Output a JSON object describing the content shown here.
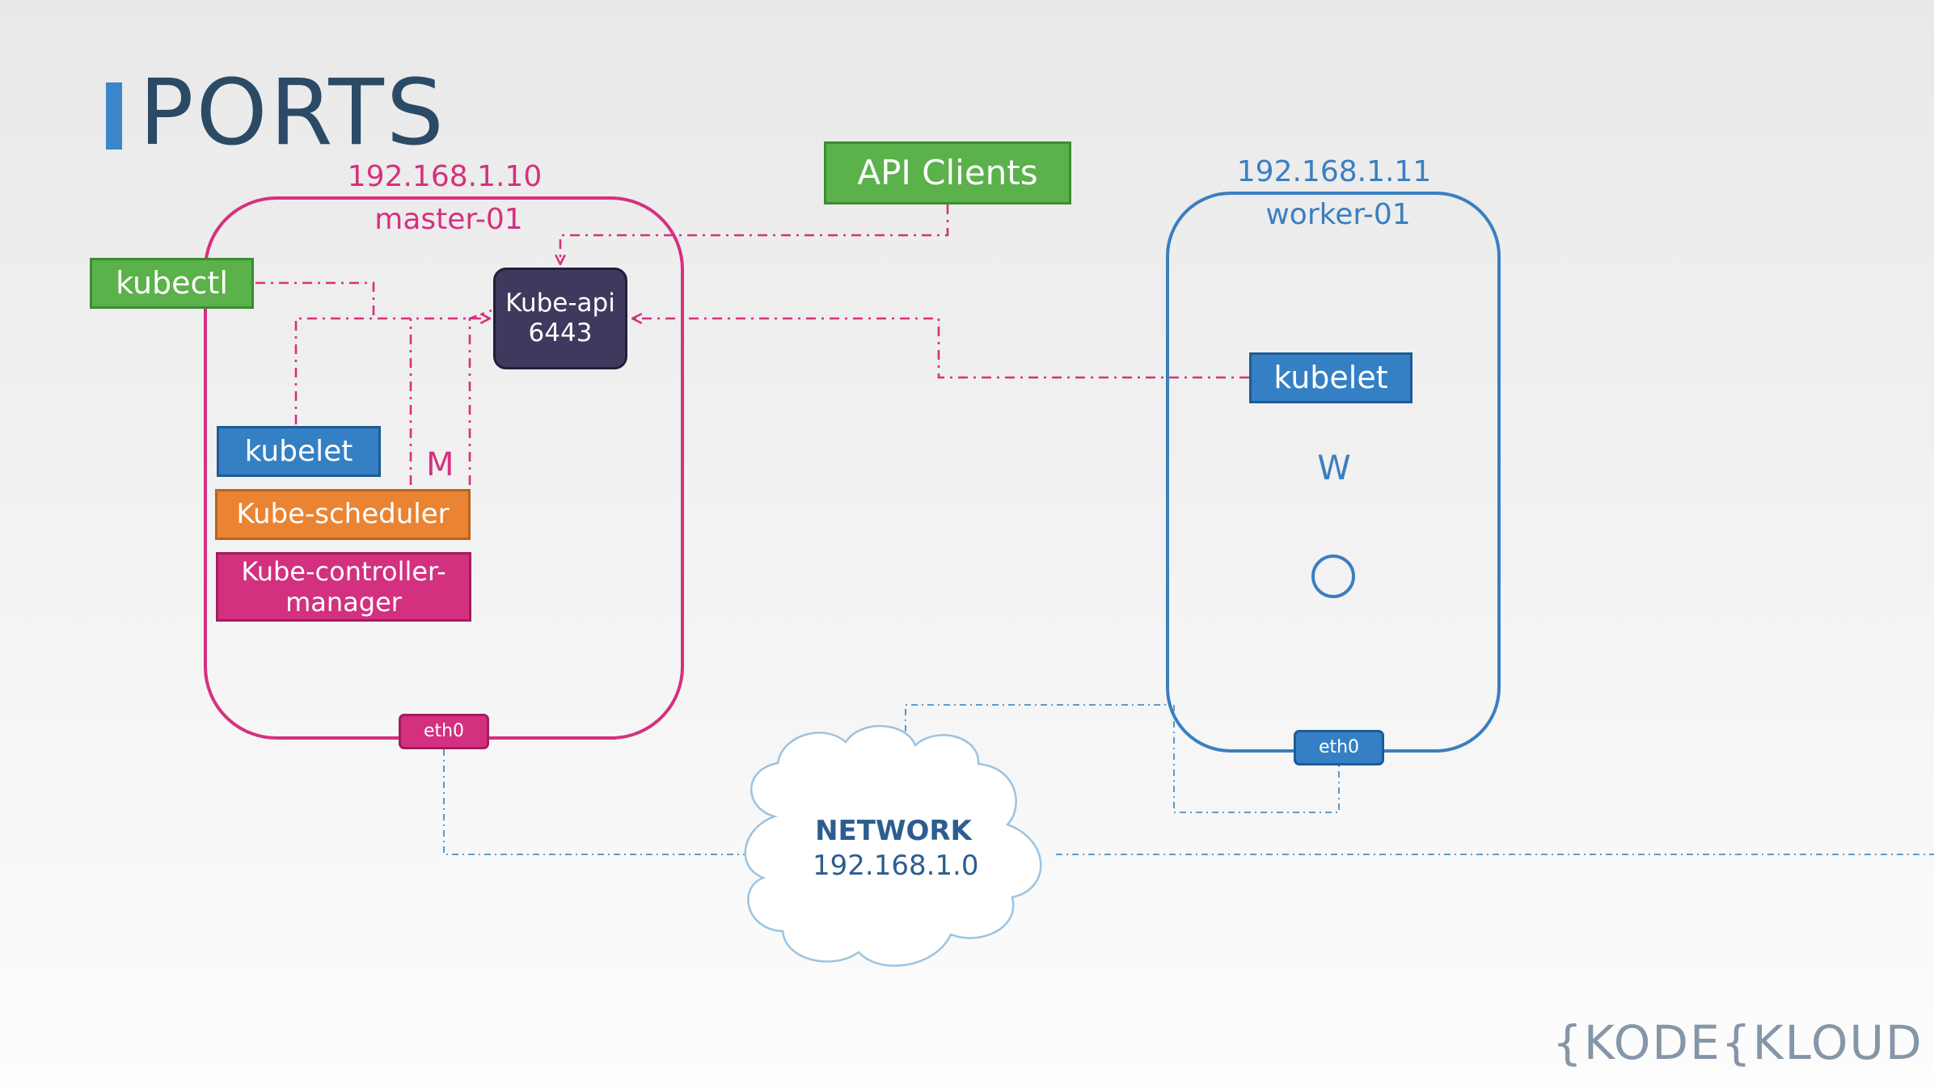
{
  "slide": {
    "title": "PORTS"
  },
  "master": {
    "ip": "192.168.1.10",
    "name": "master-01",
    "marker": "M",
    "iface": "eth0",
    "components": {
      "kube_api_name": "Kube-api",
      "kube_api_port": "6443",
      "kubelet": "kubelet",
      "scheduler": "Kube-scheduler",
      "controller_line1": "Kube-controller-",
      "controller_line2": "manager"
    }
  },
  "worker": {
    "ip": "192.168.1.11",
    "name": "worker-01",
    "marker": "W",
    "iface": "eth0",
    "kubelet": "kubelet"
  },
  "clients": {
    "api_clients": "API Clients",
    "kubectl": "kubectl"
  },
  "network": {
    "title": "NETWORK",
    "ip": "192.168.1.0"
  },
  "brand": {
    "logo": "{KODE{KLOUD"
  },
  "colors": {
    "master": "#d6307f",
    "worker": "#3a7fc0",
    "client_green": "#5bb14a",
    "kubelet_blue": "#3580c4",
    "scheduler_orange": "#ea8432",
    "controller_magenta": "#d3307f",
    "kube_api_dark": "#3e3a5e",
    "network_line": "#4a8fc4",
    "cloud_stroke": "#9cc3e0"
  }
}
